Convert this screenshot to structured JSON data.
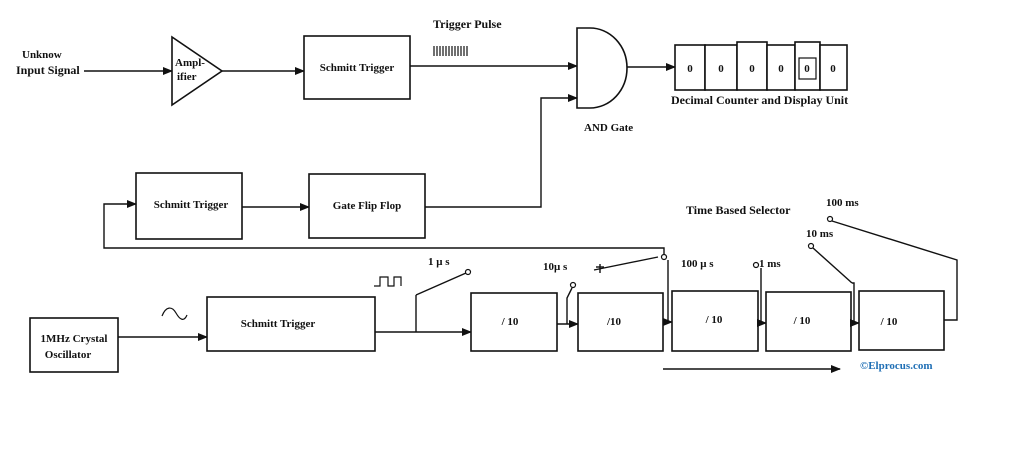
{
  "diagram": {
    "input": {
      "line1": "Unknow",
      "line2": "Input Signal"
    },
    "amplifier": {
      "line1": "Ampl-",
      "line2": "ifier"
    },
    "schmitt_top": "Schmitt Trigger",
    "trigger_pulse": "Trigger Pulse",
    "and_gate": "AND Gate",
    "counter": {
      "label": "Decimal Counter and Display Unit",
      "digits": [
        "0",
        "0",
        "0",
        "0",
        "0",
        "0"
      ]
    },
    "schmitt_mid": "Schmitt Trigger",
    "gate_flip_flop": "Gate Flip Flop",
    "time_selector": "Time Based Selector",
    "oscillator": {
      "line1": "1MHz Crystal",
      "line2": "Oscillator"
    },
    "schmitt_bottom": "Schmitt Trigger",
    "dividers": [
      "/ 10",
      "/10",
      "/ 10",
      "/ 10",
      "/ 10"
    ],
    "taps": {
      "t1": "1 μ s",
      "t2": "10μ s",
      "t3": "100 μ s",
      "t4": "1 ms",
      "t5": "10 ms",
      "t6": "100 ms"
    },
    "credit": "©Elprocus.com",
    "credit_color": "#1f6fb5"
  }
}
